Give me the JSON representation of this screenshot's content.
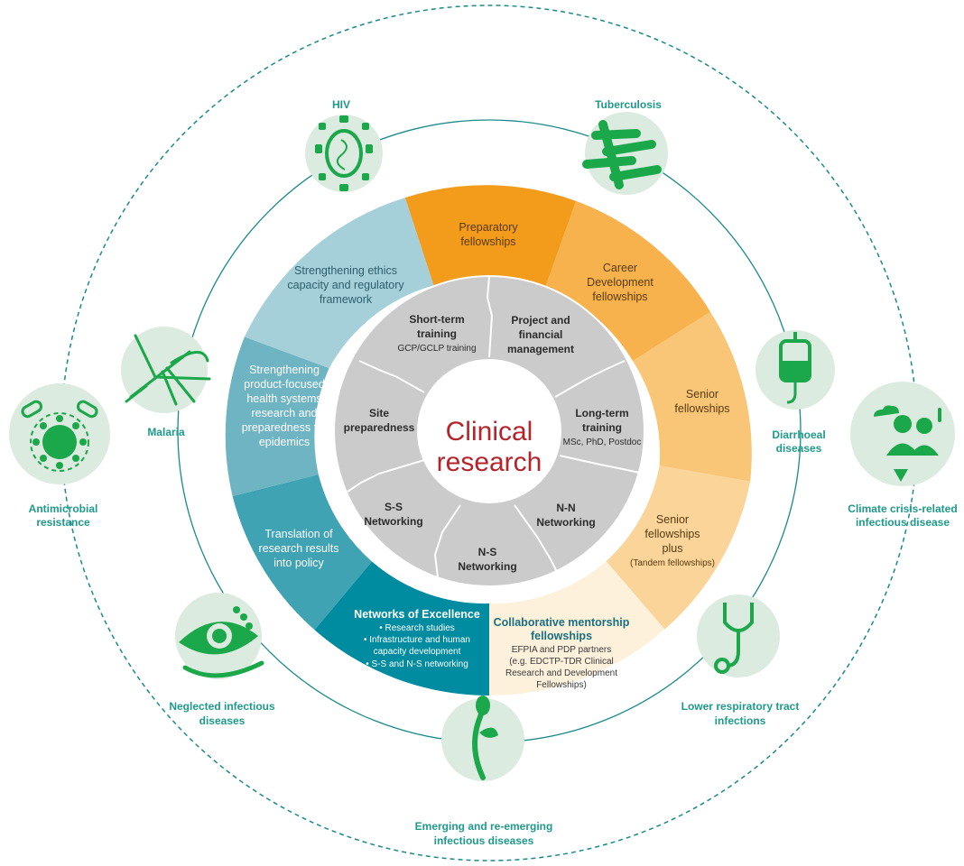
{
  "center": {
    "line1": "Clinical",
    "line2": "research"
  },
  "inner_segments": {
    "short_term": {
      "line1": "Short-term",
      "line2": "training",
      "sub": "GCP/GCLP training"
    },
    "project": {
      "line1": "Project and",
      "line2": "financial",
      "line3": "management"
    },
    "long_term": {
      "line1": "Long-term",
      "line2": "training",
      "sub": "MSc, PhD, Postdoc"
    },
    "nn": {
      "line1": "N-N",
      "line2": "Networking"
    },
    "ns": {
      "line1": "N-S",
      "line2": "Networking"
    },
    "ss": {
      "line1": "S-S",
      "line2": "Networking"
    },
    "site": {
      "line1": "Site",
      "line2": "preparedness"
    }
  },
  "outer_segments": {
    "preparatory": {
      "line1": "Preparatory",
      "line2": "fellowships"
    },
    "career": {
      "line1": "Career",
      "line2": "Development",
      "line3": "fellowships"
    },
    "senior": {
      "line1": "Senior",
      "line2": "fellowships"
    },
    "senior_plus": {
      "line1": "Senior",
      "line2": "fellowships",
      "line3": "plus",
      "sub": "(Tandem fellowships)"
    },
    "collab": {
      "line1": "Collaborative mentorship",
      "line2": "fellowships",
      "sub1": "EFPIA and PDP partners",
      "sub2": "(e.g. EDCTP-TDR Clinical",
      "sub3": "Research and Development",
      "sub4": "Fellowships)"
    },
    "noe": {
      "title": "Networks of Excellence",
      "b1": "• Research studies",
      "b2": "• Infrastructure and human",
      "b3": "capacity development",
      "b4": "• S-S and N-S networking"
    },
    "translation": {
      "line1": "Translation of",
      "line2": "research results",
      "line3": "into policy"
    },
    "health_systems": {
      "line1": "Strengthening",
      "line2": "product-focused",
      "line3": "health systems",
      "line4": "research and",
      "line5": "preparedness for",
      "line6": "epidemics"
    },
    "ethics": {
      "line1": "Strengthening ethics",
      "line2": "capacity and regulatory",
      "line3": "framework"
    }
  },
  "diseases": {
    "hiv": "HIV",
    "tb": "Tuberculosis",
    "malaria": "Malaria",
    "diarrhoeal": {
      "line1": "Diarrhoeal",
      "line2": "diseases"
    },
    "amr": {
      "line1": "Antimicrobial",
      "line2": "resistance"
    },
    "climate": {
      "line1": "Climate crisis-related",
      "line2": "infectious disease"
    },
    "neglected": {
      "line1": "Neglected infectious",
      "line2": "diseases"
    },
    "lower_resp": {
      "line1": "Lower respiratory tract",
      "line2": "infections"
    },
    "emerging": {
      "line1": "Emerging and re-emerging",
      "line2": "infectious diseases"
    }
  },
  "colors": {
    "orange": "#f39b1a",
    "orange_light": "#f7b24d",
    "orange_lighter": "#f9c677",
    "orange_pale": "#fbd49a",
    "cream": "#fdf1dc",
    "teal_dark": "#008ca0",
    "teal": "#3fa3b3",
    "teal_mid": "#6eb4c2",
    "teal_light": "#a5cfd9",
    "grey": "#cbcbcb",
    "green": "#1aa84a",
    "icon_bg": "#dcebe0",
    "ring": "#1a8a8a"
  }
}
